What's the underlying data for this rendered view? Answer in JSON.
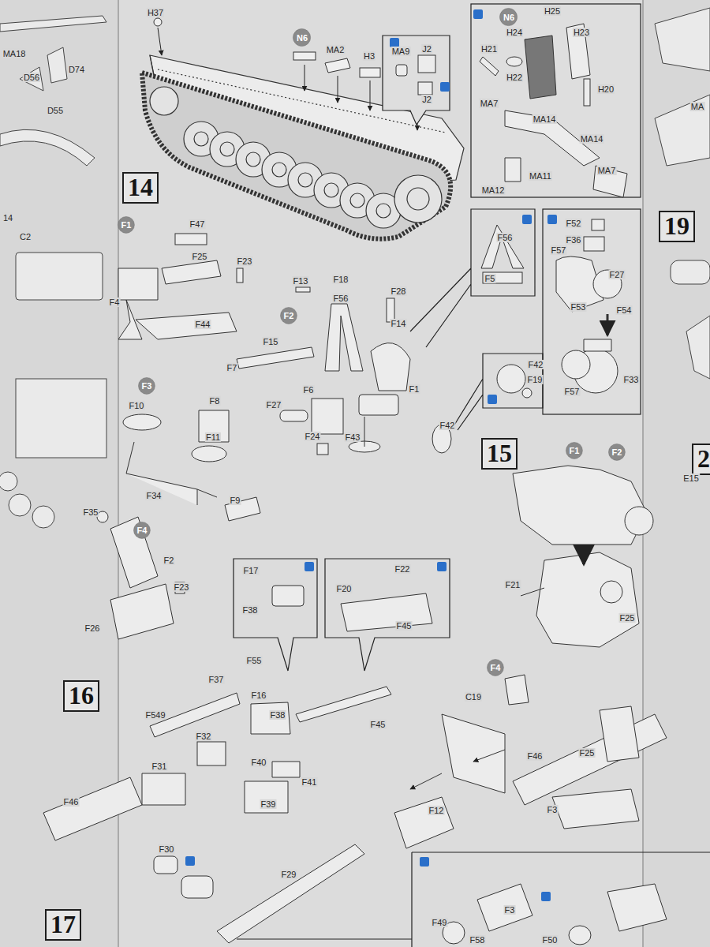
{
  "diagram": {
    "nodes": [
      {
        "text": [
          "N6"
        ]
      },
      {
        "text": [
          "N6"
        ]
      },
      {
        "text": [
          "14"
        ]
      },
      {
        "text": [
          "F1"
        ]
      },
      {
        "text": [
          "F2"
        ]
      },
      {
        "text": [
          "F3"
        ]
      },
      {
        "text": [
          "19"
        ]
      },
      {
        "text": [
          "15"
        ]
      },
      {
        "text": [
          "F1"
        ]
      },
      {
        "text": [
          "F2"
        ]
      },
      {
        "text": [
          "F4"
        ]
      },
      {
        "text": [
          "2"
        ]
      },
      {
        "text": [
          "16"
        ]
      },
      {
        "text": [
          "F4"
        ]
      },
      {
        "text": [
          "17"
        ]
      }
    ],
    "labels": [
      "MA18",
      "D74",
      "D56",
      "D55",
      "14",
      "C2",
      "MA",
      "E15",
      "H37",
      "MA2",
      "H3",
      "MA9",
      "J2",
      "J2",
      "H25",
      "H24",
      "H23",
      "H21",
      "H22",
      "H20",
      "MA7",
      "MA14",
      "MA14",
      "MA7",
      "MA11",
      "MA12",
      "F47",
      "F25",
      "F23",
      "F4",
      "F44",
      "F13",
      "F18",
      "F56",
      "F28",
      "F14",
      "F15",
      "F7",
      "F6",
      "F1",
      "F27",
      "F24",
      "F43",
      "F42",
      "F8",
      "F10",
      "F11",
      "F34",
      "F9",
      "F56",
      "F5",
      "F52",
      "F36",
      "F57",
      "F27",
      "F53",
      "F54",
      "F57",
      "F33",
      "F42",
      "F19",
      "F21",
      "F25",
      "F35",
      "F2",
      "F23",
      "F26",
      "F17",
      "F38",
      "F20",
      "F22",
      "F45",
      "F55",
      "F37",
      "F16",
      "F549",
      "F38",
      "F32",
      "F45",
      "F31",
      "F40",
      "F41",
      "F39",
      "F46",
      "F30",
      "F29",
      "F12",
      "C19",
      "F46",
      "F25",
      "F3",
      "F49",
      "F3",
      "F58",
      "F50"
    ]
  }
}
